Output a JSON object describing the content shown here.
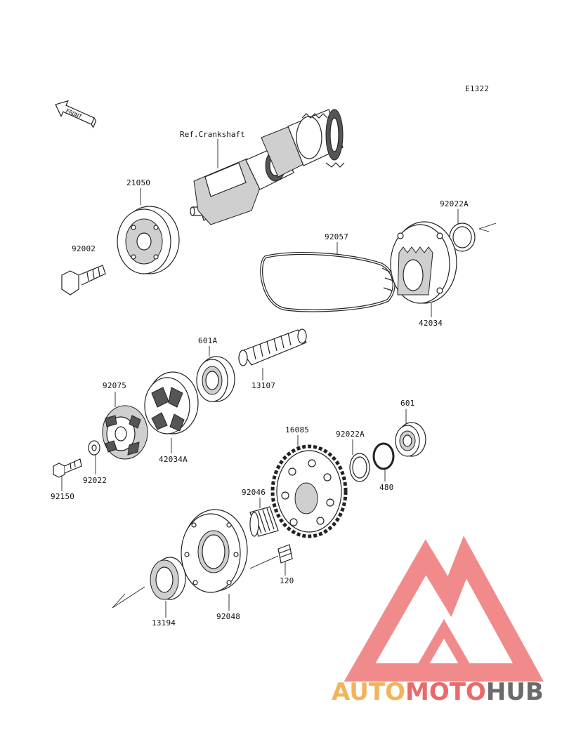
{
  "diagram_code": "E1322",
  "front_marker": "FRONT",
  "ref_label": "Ref.Crankshaft",
  "parts": {
    "p21050": "21050",
    "p92002": "92002",
    "p92057": "92057",
    "p92022A_top": "92022A",
    "p42034": "42034",
    "p601A": "601A",
    "p13107": "13107",
    "p92075": "92075",
    "p42034A": "42034A",
    "p92022": "92022",
    "p92150": "92150",
    "p601": "601",
    "p16085": "16085",
    "p92022A_mid": "92022A",
    "p480": "480",
    "p92046": "92046",
    "p120": "120",
    "p92048": "92048",
    "p13194": "13194"
  },
  "watermark": {
    "part1": "AUTO",
    "part2": "MOTO",
    "part3": "HUB",
    "color_orange": "#f2b45a",
    "color_red": "#e96a6a",
    "color_gray": "#6b6b6b"
  }
}
